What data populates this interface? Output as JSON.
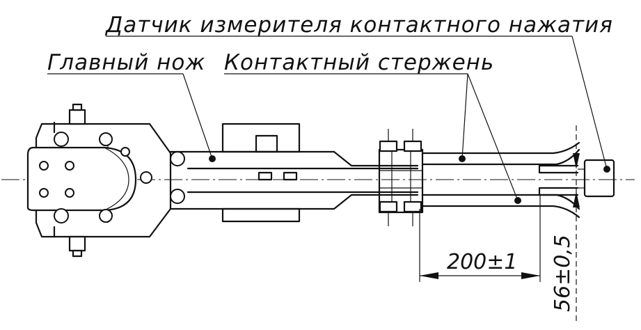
{
  "labels": {
    "sensor": "Датчик измерителя контактного нажатия",
    "main_blade": "Главный нож",
    "contact_rod": "Контактный стержень"
  },
  "dimensions": {
    "length": "200±1",
    "gap": "56±0,5"
  }
}
